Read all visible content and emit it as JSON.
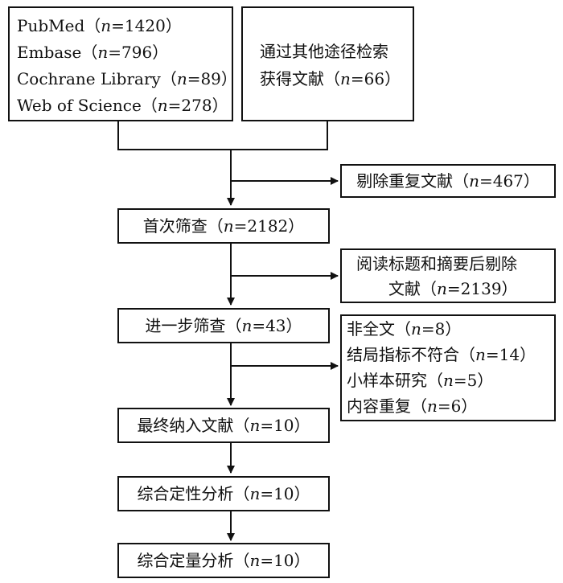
{
  "sources": {
    "databases": [
      {
        "name": "PubMed",
        "open": "（",
        "n_var": "n",
        "n_value": "=1420",
        "close": "）"
      },
      {
        "name": "Embase",
        "open": "（",
        "n_var": "n",
        "n_value": "=796",
        "close": "）"
      },
      {
        "name": "Cochrane Library",
        "open": "（",
        "n_var": "n",
        "n_value": "=89",
        "close": "）"
      },
      {
        "name": "Web of Science",
        "open": "（",
        "n_var": "n",
        "n_value": "=278",
        "close": "）"
      }
    ],
    "other": {
      "line1": "通过其他途径检索",
      "line2_text": "获得文献",
      "open": "（",
      "n_var": "n",
      "n_value": "=66",
      "close": "）"
    }
  },
  "excluded": {
    "duplicates": {
      "text": "剔除重复文献",
      "open": "（",
      "n_var": "n",
      "n_value": "=467",
      "close": "）"
    },
    "title_abstract": {
      "line1": "阅读标题和摘要后剔除",
      "line2_text": "文献",
      "open": "（",
      "n_var": "n",
      "n_value": "=2139",
      "close": "）"
    },
    "reasons": [
      {
        "text": "非全文",
        "open": "（",
        "n_var": "n",
        "n_value": "=8",
        "close": "）"
      },
      {
        "text": "结局指标不符合",
        "open": "（",
        "n_var": "n",
        "n_value": "=14",
        "close": "）"
      },
      {
        "text": "小样本研究",
        "open": "（",
        "n_var": "n",
        "n_value": "=5",
        "close": "）"
      },
      {
        "text": "内容重复",
        "open": "（",
        "n_var": "n",
        "n_value": "=6",
        "close": "）"
      }
    ]
  },
  "steps": {
    "initial": {
      "text": "首次筛查",
      "open": "（",
      "n_var": "n",
      "n_value": "=2182",
      "close": "）"
    },
    "further": {
      "text": "进一步筛查",
      "open": "（",
      "n_var": "n",
      "n_value": "=43",
      "close": "）"
    },
    "included": {
      "text": "最终纳入文献",
      "open": "（",
      "n_var": "n",
      "n_value": "=10",
      "close": "）"
    },
    "qualitative": {
      "text": "综合定性分析",
      "open": "（",
      "n_var": "n",
      "n_value": "=10",
      "close": "）"
    },
    "quantitative": {
      "text": "综合定量分析",
      "open": "（",
      "n_var": "n",
      "n_value": "=10",
      "close": "）"
    }
  },
  "colors": {
    "line": "#111111",
    "background": "#ffffff"
  }
}
